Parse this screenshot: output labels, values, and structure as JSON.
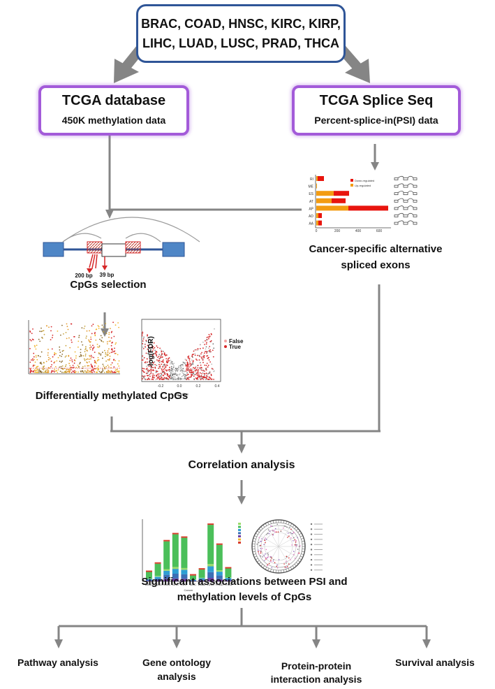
{
  "cancer_types": {
    "line1": "BRAC, COAD, HNSC, KIRC, KIRP,",
    "line2": "LIHC, LUAD, LUSC, PRAD, THCA"
  },
  "tcga_db": {
    "title": "TCGA  database",
    "subtitle": "450K methylation data"
  },
  "splice_seq": {
    "title": "TCGA Splice Seq",
    "subtitle": "Percent-splice-in(PSI) data"
  },
  "cpg_diagram": {
    "label_200": "200 bp",
    "label_39": "39 bp",
    "caption": "CpGs selection"
  },
  "splice_chart": {
    "caption_line1": "Cancer-specific alternative",
    "caption_line2": "spliced exons",
    "legend": [
      "Down-regulated",
      "Up-regulated"
    ],
    "categories": [
      "RI",
      "ME",
      "ES",
      "AT",
      "AP",
      "AD",
      "AA"
    ],
    "x_ticks": [
      "0",
      "200",
      "400",
      "600"
    ],
    "colors": {
      "red": "#e8150e",
      "orange": "#f39c12"
    }
  },
  "volcano": {
    "y_label": "-log(FDR)",
    "x_label": "Δβ value",
    "legend_false": "False",
    "legend_true": "True",
    "x_ticks": [
      "-0.2",
      "0.0",
      "0.2",
      "0.4"
    ]
  },
  "diff_caption": "Differentially methylated CpGs",
  "correlation": "Correlation analysis",
  "bar_chart": {
    "x_label": "Cancer",
    "categories": [
      "BRAC",
      "COAD",
      "HNSC",
      "KIRC",
      "KIRP",
      "LIHC",
      "LUAD",
      "LUSC",
      "PRAD",
      "THCA"
    ],
    "totals": [
      8,
      15,
      34,
      40,
      37,
      5,
      10,
      48,
      31,
      11
    ],
    "colors": [
      "#9bdb6b",
      "#4bbf5a",
      "#2e9ed3",
      "#3c6fb5",
      "#6e3fa3",
      "#f0b52d",
      "#d83c2b"
    ]
  },
  "significant": {
    "line1": "Significant associations between PSI and",
    "line2": "methylation levels of CpGs"
  },
  "analyses": {
    "pathway": "Pathway analysis",
    "go_line1": "Gene ontology",
    "go_line2": "analysis",
    "ppi_line1": "Protein-protein",
    "ppi_line2": "interaction analysis",
    "survival": "Survival analysis"
  },
  "colors": {
    "arrow_gray": "#858585",
    "box_blue": "#2f5597",
    "box_purple": "#a35bd9",
    "exon_blue": "#4f86c6",
    "highlight_red": "#d62728"
  }
}
